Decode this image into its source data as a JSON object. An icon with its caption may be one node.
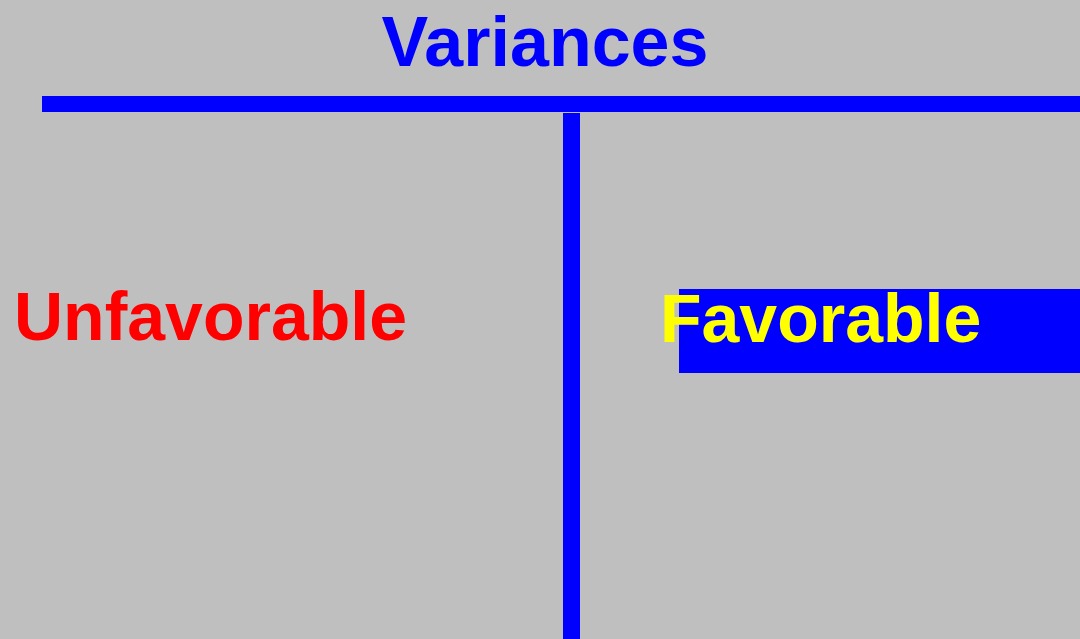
{
  "diagram": {
    "title": "Variances",
    "nodes": [
      {
        "text": [
          "Favorable"
        ]
      }
    ],
    "labels": [
      "Unfavorable"
    ]
  }
}
